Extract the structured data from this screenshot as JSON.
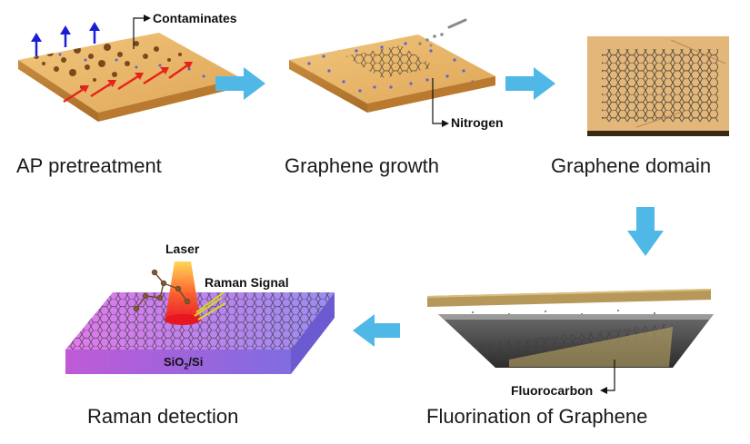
{
  "steps": {
    "pretreatment": "AP  pretreatment",
    "growth": "Graphene growth",
    "domain": "Graphene domain",
    "fluorination": "Fluorination of Graphene",
    "raman": "Raman detection"
  },
  "labels": {
    "contaminates": "Contaminates",
    "nitrogen": "Nitrogen",
    "fluorocarbon": "Fluorocarbon",
    "laser": "Laser",
    "raman_signal": "Raman Signal",
    "substrate_main": "SiO",
    "substrate_sub": "2",
    "substrate_tail": "/Si"
  },
  "colors": {
    "substrate_gold": "#e7b566",
    "arrow_cyan": "#4fb8e6",
    "up_arrow": "#1a1fd6",
    "red_arrow": "#e8221a",
    "nitrogen_dot": "#5a63d8",
    "wafer_purple": "#b38cf0",
    "laser_red": "#f0301e"
  }
}
